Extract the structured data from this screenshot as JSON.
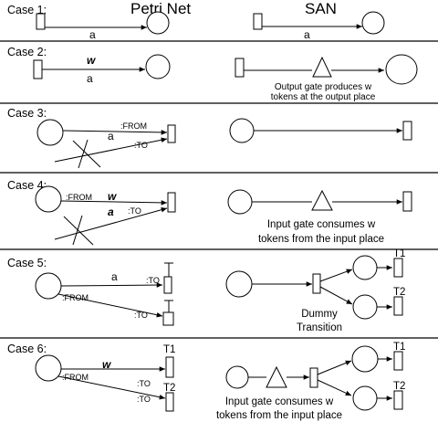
{
  "header": {
    "petri": "Petri Net",
    "san": "SAN"
  },
  "cases": {
    "c1": {
      "label": "Case 1:",
      "left_arc": "a",
      "right_arc": "a"
    },
    "c2": {
      "label": "Case 2:",
      "left_w": "w",
      "left_arc": "a",
      "note_l1": "Output gate produces w",
      "note_l2": "tokens at the output place"
    },
    "c3": {
      "label": "Case 3:",
      "from": ":FROM",
      "arc": "a",
      "to": ":TO"
    },
    "c4": {
      "label": "Case 4:",
      "from": ":FROM",
      "w": "w",
      "arc": "a",
      "to": ":TO",
      "note_l1": "Input gate consumes w",
      "note_l2": "tokens from the input place"
    },
    "c5": {
      "label": "Case 5:",
      "arc": "a",
      "to1": ":TO",
      "from": ":FROM",
      "to2": ":TO",
      "t1": "T1",
      "t2": "T2",
      "dummy_l1": "Dummy",
      "dummy_l2": "Transition"
    },
    "c6": {
      "label": "Case 6:",
      "w": "w",
      "from": ":FROM",
      "to1": ":TO",
      "to2": ":TO",
      "left_t1": "T1",
      "left_t2": "T2",
      "right_t1": "T1",
      "right_t2": "T2",
      "note_l1": "Input gate consumes w",
      "note_l2": "tokens from the input place"
    }
  }
}
